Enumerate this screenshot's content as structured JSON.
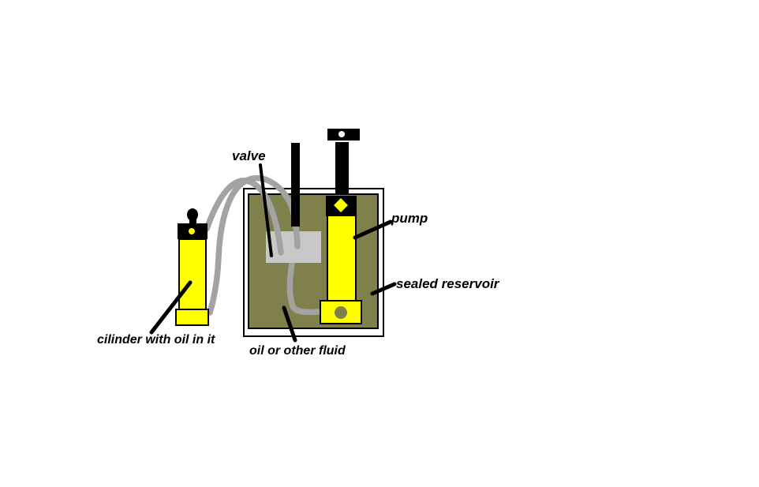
{
  "labels": [
    {
      "id": "valve",
      "text": "valve"
    },
    {
      "id": "pump",
      "text": "pump"
    },
    {
      "id": "sealed-reservoir",
      "text": "sealed reservoir"
    },
    {
      "id": "cylinder",
      "text": "cilinder with oil in it"
    },
    {
      "id": "oil",
      "text": "oil or other fluid"
    }
  ],
  "colors": {
    "background": "#ffffff",
    "reservoir_fill": "#80804d",
    "component_yellow": "#ffff00",
    "tube_gray": "#a3a3a3",
    "valve_gray": "#c8c8c8",
    "outline_black": "#000000"
  }
}
